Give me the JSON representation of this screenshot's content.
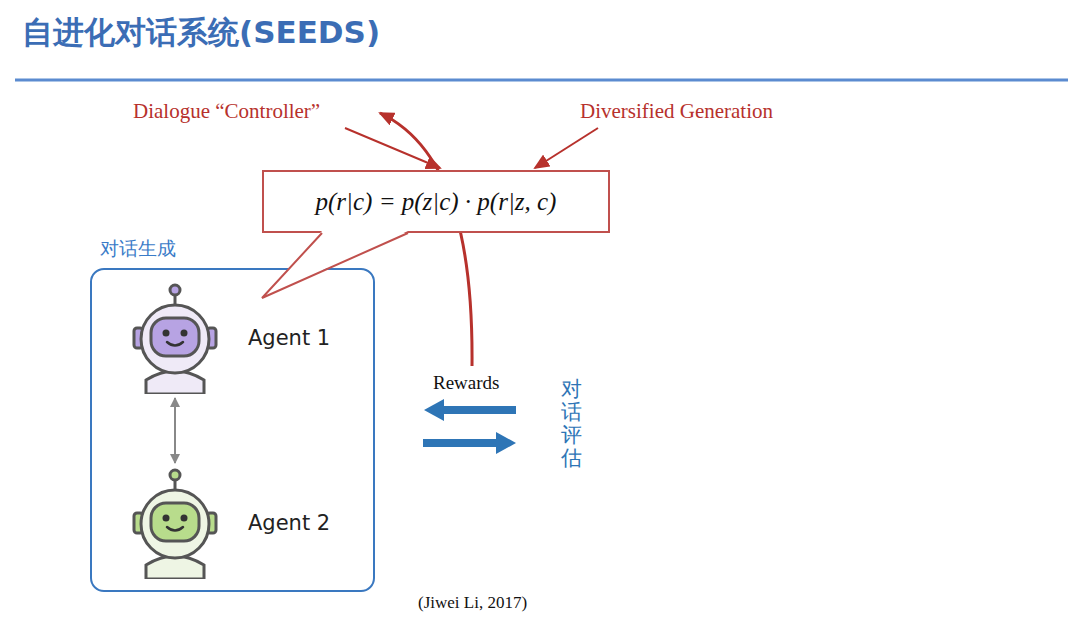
{
  "diagram": {
    "title": "自进化对话系统(SEEDS)",
    "nodes": [
      {
        "text": [
          "p(r|c) = p(z|c) · p(r|z, c)"
        ]
      },
      {
        "text": [
          "对话生成"
        ]
      },
      {
        "text": [
          "Agent 1"
        ],
        "in": 1
      },
      {
        "text": [
          "Agent 2"
        ],
        "in": 1
      }
    ],
    "edges": [
      {
        "from": 2,
        "to": 3,
        "arrow": "both"
      }
    ],
    "labels": [
      "Dialogue “Controller”",
      "Diversified Generation",
      "Rewards",
      "对话评估",
      "(Jiwei Li, 2017)"
    ]
  }
}
